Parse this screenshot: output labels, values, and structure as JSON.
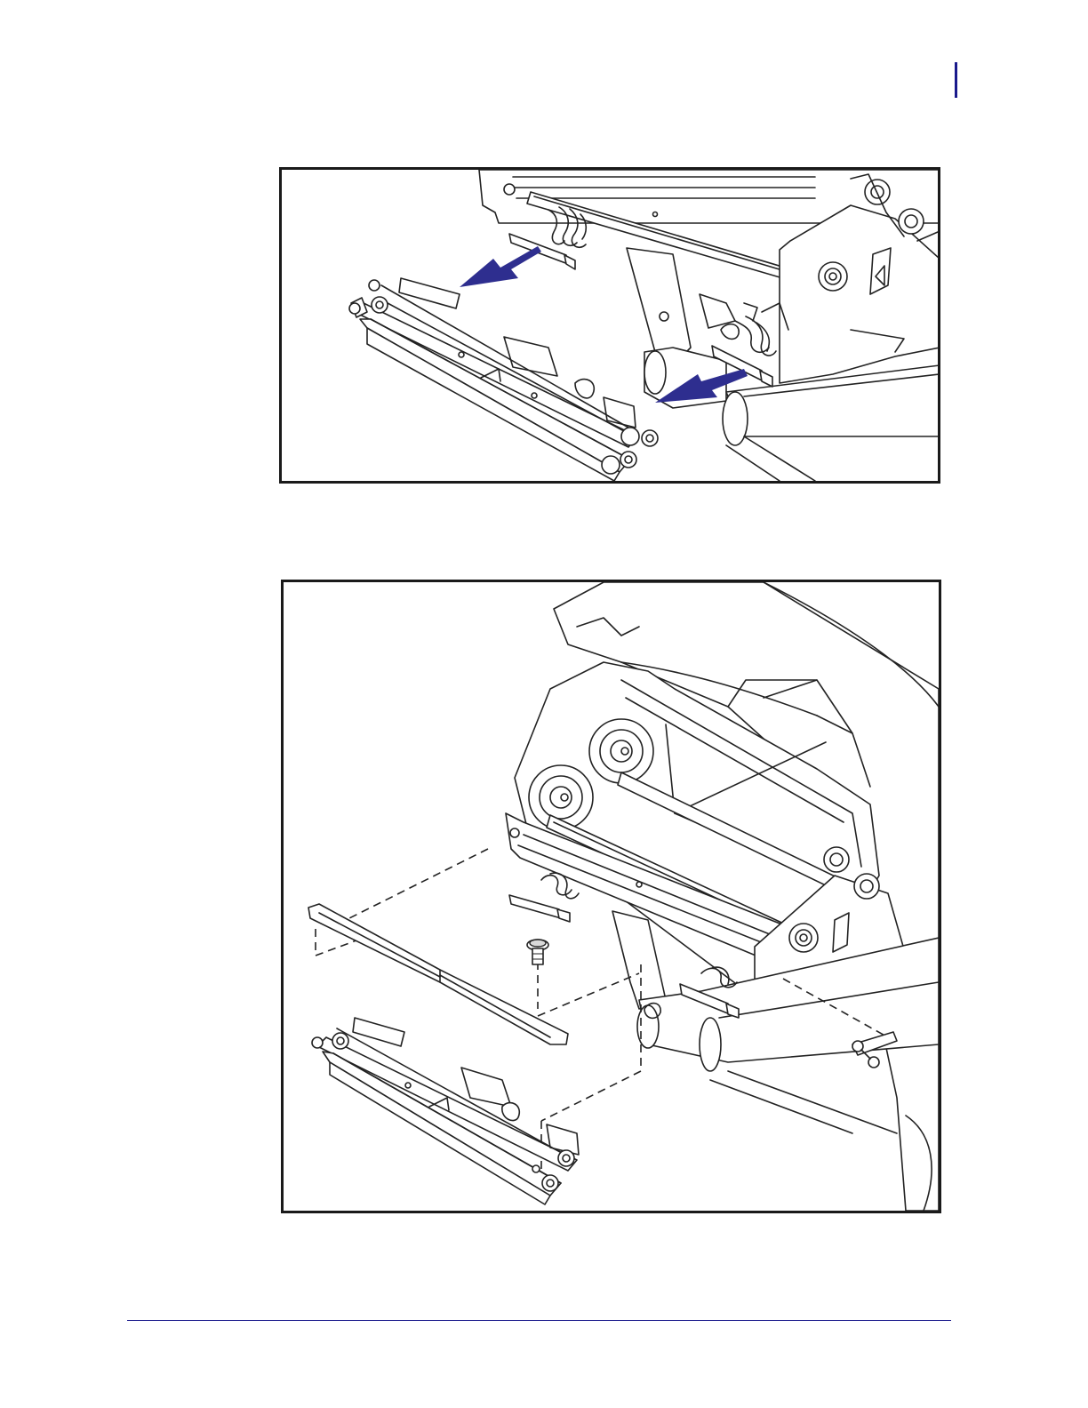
{
  "page": {
    "accent_color": "#1a1a8c",
    "arrow_color": "#2e2e8f"
  },
  "figures": [
    {
      "id": "disconnect-printhead-cables",
      "content": "illustration"
    },
    {
      "id": "printhead-exploded-view",
      "content": "illustration"
    }
  ]
}
